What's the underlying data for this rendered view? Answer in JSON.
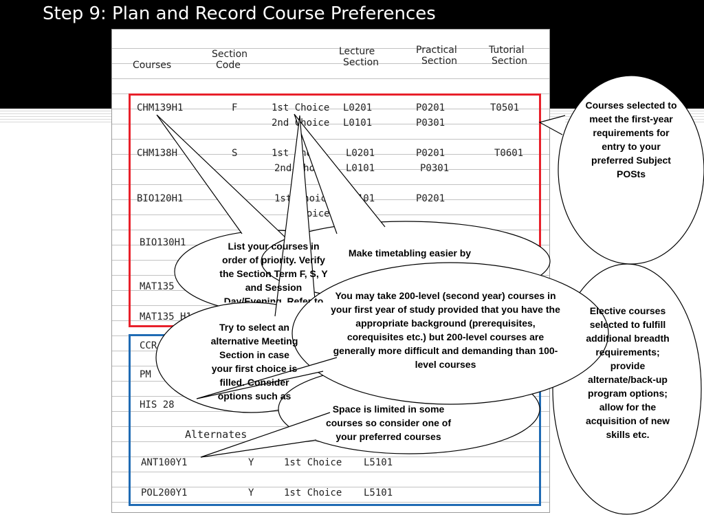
{
  "slide": {
    "title": "Step 9: Plan and Record Course Preferences"
  },
  "worksheet": {
    "headers": {
      "courses": "Courses",
      "section_code_1": "Section",
      "section_code_2": "Code",
      "lecture_1": "Lecture",
      "lecture_2": "Section",
      "practical_1": "Practical",
      "practical_2": "Section",
      "tutorial_1": "Tutorial",
      "tutorial_2": "Section"
    },
    "rows": {
      "chm139_course": "CHM139H1",
      "chm139_code": "F",
      "chm139_c1": "1st Choice",
      "chm139_l1": "L0201",
      "chm139_p1": "P0201",
      "chm139_t1": "T0501",
      "chm139_c2": "2nd Choice",
      "chm139_l2": "L0101",
      "chm139_p2": "P0301",
      "chm138_course": "CHM138H",
      "chm138_code": "S",
      "chm138_c1": "1st Cho",
      "chm138_l1": "L0201",
      "chm138_p1": "P0201",
      "chm138_t1": "T0601",
      "chm138_c2": "2nd Cho",
      "chm138_l2": "L0101",
      "chm138_p2": "P0301",
      "bio120_course": "BIO120H1",
      "bio120_c1": "1st Choice",
      "bio120_l1": "L0101",
      "bio120_p1": "P0201",
      "bio120_c2": "Choice",
      "bio130_course": "BIO130H1",
      "mat135_course_a": "MAT135",
      "mat135_course_b": "MAT135 H1",
      "ccr_course": "CCR",
      "pm_course": "PM",
      "his_course": "HIS 28",
      "alternates": "Alternates",
      "ant100_course": "ANT100Y1",
      "ant100_code": "Y",
      "ant100_c1": "1st Choice",
      "ant100_l1": "L5101",
      "pol200_course": "POL200Y1",
      "pol200_code": "Y",
      "pol200_c1": "1st Choice",
      "pol200_l1": "L5101"
    }
  },
  "callouts": {
    "right_top": "Courses selected to meet the first-year requirements for entry to your preferred Subject POSts",
    "right_bottom": "Elective courses selected to fulfill additional breadth requirements; provide alternate/back-up program options; allow for the acquisition of new skills etc.",
    "list": "List your courses in order of priority. Verify the Section Term F, S, Y and Session Day/Evening. Refer to Registration Handbook",
    "try_select": "Try to select an alternative Meeting Section in case your first choice is filled. Consider options such as evening or back-to-back",
    "timetabling": "Make timetabling easier by scheduling fixed classes first",
    "space_limited": "Space is limited in some courses so consider one of your preferred courses",
    "main": "You may take 200-level (second year) courses  in your first year of study provided that you have the appropriate background (prerequisites, corequisites etc.) but 200-level courses are generally more difficult and demanding than 100-level courses"
  },
  "colors": {
    "red_box": "#e8202a",
    "blue_box": "#1f6bb4",
    "title_bar": "#000000"
  }
}
